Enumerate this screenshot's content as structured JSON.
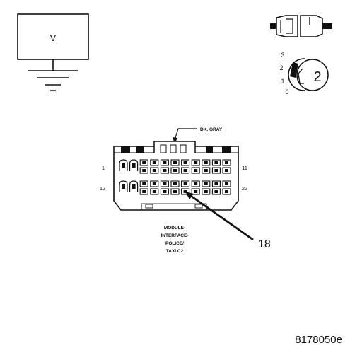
{
  "voltmeter": {
    "symbol": "V"
  },
  "ignition": {
    "positions": [
      "3",
      "2",
      "1",
      "0"
    ],
    "key_number": "2"
  },
  "connector": {
    "wire_color": "DK. GRAY",
    "pin_labels": {
      "top_left": "1",
      "top_right": "11",
      "bottom_left": "12",
      "bottom_right": "22"
    },
    "name_lines": [
      "MODULE-",
      "INTERFACE-",
      "POLICE/",
      "TAXI C2"
    ],
    "callout_pin": "18"
  },
  "figure_id": "8178050e"
}
